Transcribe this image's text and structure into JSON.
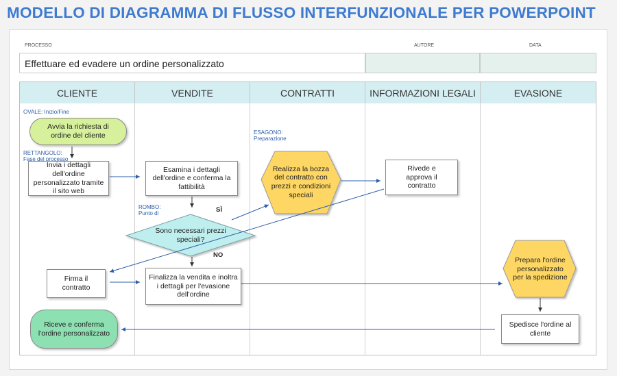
{
  "title": "MODELLO DI DIAGRAMMA DI FLUSSO INTERFUNZIONALE PER POWERPOINT",
  "header": {
    "process_label": "PROCESSO",
    "author_label": "AUTORE",
    "date_label": "DATA",
    "process_value": "Effettuare ed evadere un ordine personalizzato",
    "author_value": "",
    "date_value": ""
  },
  "lanes": [
    "CLIENTE",
    "VENDITE",
    "CONTRATTI",
    "INFORMAZIONI LEGALI",
    "EVASIONE"
  ],
  "legend": {
    "oval": "OVALE: Inizio/Fine",
    "rect_line1": "RETTANGOLO:",
    "rect_line2": "Fase del processo",
    "rhombus_line1": "ROMBO:",
    "rhombus_line2": "Punto di",
    "hexagon_line1": "ESAGONO:",
    "hexagon_line2": "Preparazione"
  },
  "nodes": {
    "start": "Avvia la richiesta di ordine del cliente",
    "send_details": "Invia i dettagli dell'ordine personalizzato tramite il sito web",
    "review_order": "Esamina i dettagli dell'ordine e conferma la fattibilità",
    "decision": "Sono necessari prezzi speciali?",
    "draft_contract": "Realizza la bozza del contratto con prezzi e condizioni speciali",
    "legal_review": "Rivede e approva il contratto",
    "sign_contract": "Firma il contratto",
    "finalize_sale": "Finalizza la vendita e inoltra i dettagli per l'evasione dell'ordine",
    "prepare_order": "Prepara l'ordine personalizzato per la spedizione",
    "ship_order": "Spedisce l'ordine al cliente",
    "receive_confirm": "Riceve e conferma l'ordine personalizzato"
  },
  "branch_labels": {
    "yes": "SÌ",
    "no": "NO"
  },
  "colors": {
    "title": "#3e7bd0",
    "lane_header": "#d5eef2",
    "oval_start": "#d6f09c",
    "oval_end": "#8de0b2",
    "hexagon": "#fdd663",
    "decision": "#bfeeee",
    "connector": "#2d5fa8"
  }
}
